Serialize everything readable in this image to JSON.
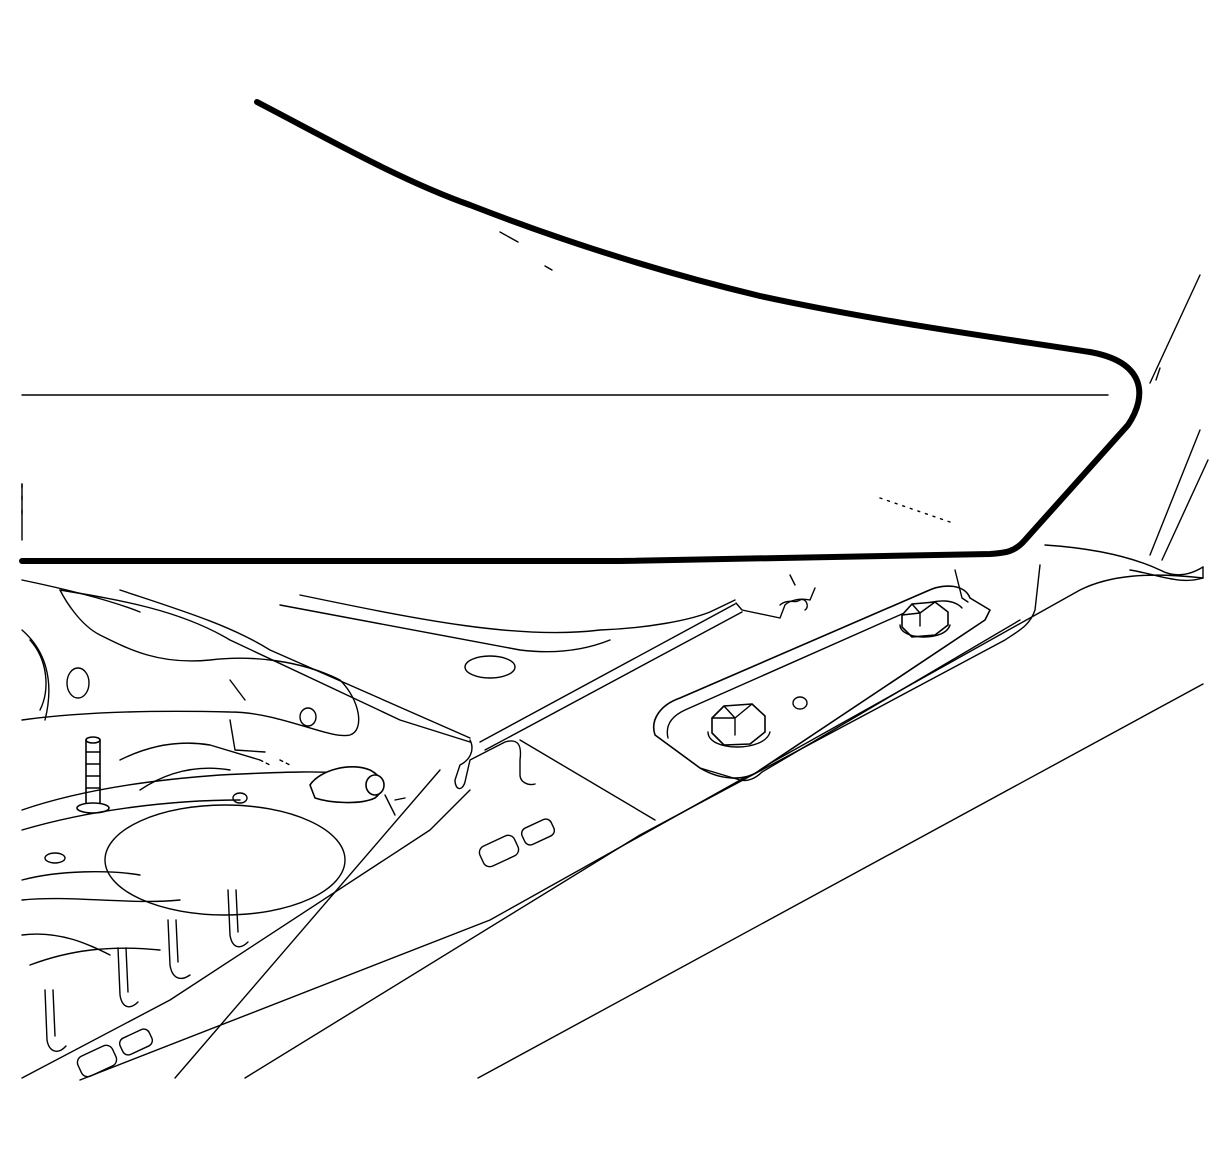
{
  "diagram": {
    "colors": {
      "line": "#000000",
      "background": "#ffffff"
    },
    "components": [
      "trim-panel",
      "panel-edge-outline",
      "vehicle-floor-pan",
      "seat-mounting-bracket",
      "bracket-bolt-front",
      "bracket-bolt-rear",
      "floor-stud",
      "floor-drain-slots"
    ]
  }
}
